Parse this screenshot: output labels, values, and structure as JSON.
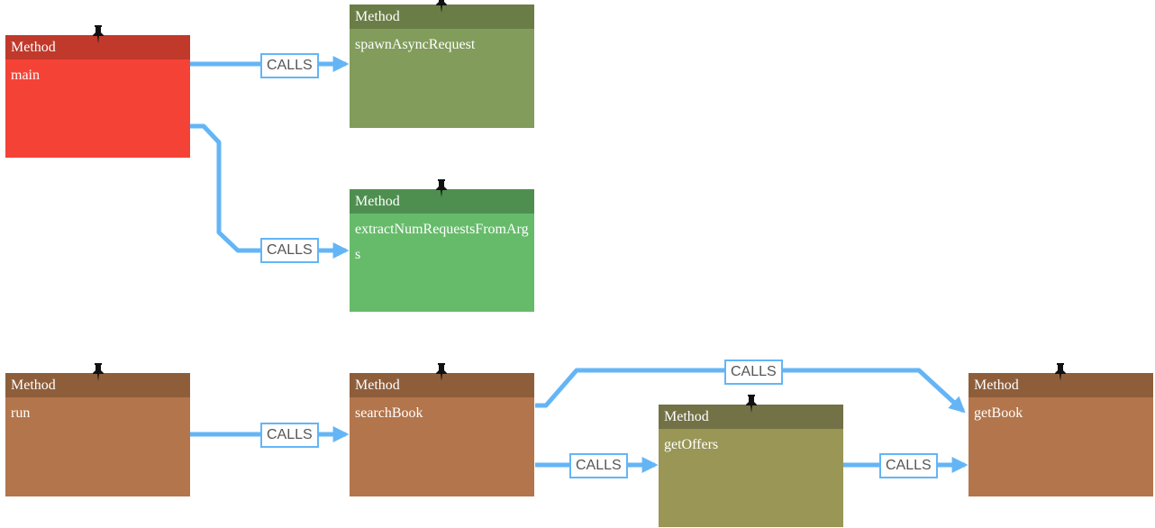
{
  "colors": {
    "edge": "#64b5f6",
    "red_header": "#c0392b",
    "red_body": "#f44336",
    "olive_header": "#6b7d46",
    "olive_body": "#819c5b",
    "green_header": "#4e8f50",
    "green_body": "#66bb6a",
    "brown_header": "#8e5e3b",
    "brown_body": "#b3754b",
    "khaki_header": "#737146",
    "khaki_body": "#999656"
  },
  "nodes": [
    {
      "id": "main",
      "type": "Method",
      "name": "main",
      "color": "red"
    },
    {
      "id": "spawnAsyncRequest",
      "type": "Method",
      "name": "spawnAsyncRequest",
      "color": "olive"
    },
    {
      "id": "extractNumRequestsFromArgs",
      "type": "Method",
      "name": "extractNumRequestsFromArgs",
      "color": "green"
    },
    {
      "id": "run",
      "type": "Method",
      "name": "run",
      "color": "brown"
    },
    {
      "id": "searchBook",
      "type": "Method",
      "name": "searchBook",
      "color": "brown"
    },
    {
      "id": "getOffers",
      "type": "Method",
      "name": "getOffers",
      "color": "khaki"
    },
    {
      "id": "getBook",
      "type": "Method",
      "name": "getBook",
      "color": "brown"
    }
  ],
  "edges": [
    {
      "from": "main",
      "to": "spawnAsyncRequest",
      "label": "CALLS"
    },
    {
      "from": "main",
      "to": "extractNumRequestsFromArgs",
      "label": "CALLS"
    },
    {
      "from": "run",
      "to": "searchBook",
      "label": "CALLS"
    },
    {
      "from": "searchBook",
      "to": "getBook",
      "label": "CALLS"
    },
    {
      "from": "searchBook",
      "to": "getOffers",
      "label": "CALLS"
    },
    {
      "from": "getOffers",
      "to": "getBook",
      "label": "CALLS"
    }
  ]
}
